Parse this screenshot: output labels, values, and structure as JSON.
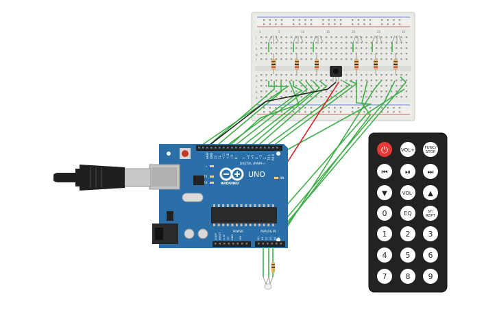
{
  "arduino": {
    "uno_label": "UNO",
    "brand_label": "ARDUINO",
    "digital_label": "DIGITAL (PWM~)",
    "power_label": "POWER",
    "analog_label": "ANALOG IN",
    "led_l": "L",
    "led_tx": "TX",
    "led_rx": "RX",
    "on_label": "ON",
    "pin_aref": "AREF",
    "pin_gnd": "GND",
    "pin_13": "13",
    "pin_12": "12",
    "pin_11": "~11",
    "pin_10": "~10",
    "pin_9": "~9",
    "pin_8": "8",
    "pin_7": "7",
    "pin_6": "~6",
    "pin_5": "~5",
    "pin_4": "4",
    "pin_3": "~3",
    "pin_2": "2",
    "pin_1": "TX 1",
    "pin_0": "RX 0",
    "pin_ioref": "IOREF",
    "pin_reset": "RESET",
    "pin_3v3": "3.3V",
    "pin_5v": "5V",
    "pin_gnd2": "GND",
    "pin_vin": "VIN",
    "pin_a0": "A0",
    "pin_a1": "A1",
    "pin_a2": "A2",
    "pin_a3": "A3",
    "pin_a4": "A4",
    "pin_a5": "A5"
  },
  "breadboard": {
    "col_numbers": [
      "1",
      "5",
      "10",
      "15",
      "20",
      "25",
      "30"
    ],
    "row_letters_top": [
      "j",
      "i",
      "h",
      "g",
      "f"
    ],
    "row_letters_bottom": [
      "e",
      "d",
      "c",
      "b",
      "a"
    ]
  },
  "remote": {
    "buttons": {
      "power": "⏻",
      "vol_up": "VOL+",
      "func_stop": "FUNC/\nSTOP",
      "prev": "⏮",
      "play_pause": "⏯",
      "next": "⏭",
      "down": "▼",
      "vol_down": "VOL-",
      "up": "▲",
      "zero": "0",
      "eq": "EQ",
      "st_rept": "ST/\nREPT",
      "one": "1",
      "two": "2",
      "three": "3",
      "four": "4",
      "five": "5",
      "six": "6",
      "seven": "7",
      "eight": "8",
      "nine": "9"
    }
  },
  "colors": {
    "board": "#2a6fa8",
    "wire_green": "#3fae49",
    "wire_red": "#d92020",
    "wire_black": "#222222",
    "breadboard": "#e9e9e6",
    "remote_body": "#222222",
    "remote_button": "#ffffff",
    "remote_power": "#e53935"
  }
}
